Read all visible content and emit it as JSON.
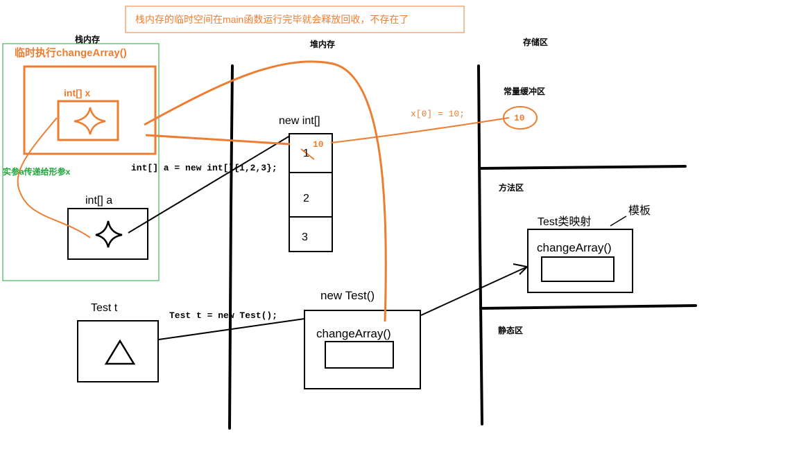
{
  "colors": {
    "orange": "#ed7d31",
    "green": "#22a53a",
    "black": "#000000"
  },
  "note": "栈内存的临时空间在main函数运行完毕就会释放回收，不存在了",
  "regions": {
    "stack": "栈内存",
    "heap": "堆内存",
    "storage": "存储区",
    "constant_pool": "常量缓冲区",
    "method_area": "方法区",
    "static_area": "静态区"
  },
  "stack": {
    "temp_frame_label": "临时执行changeArray()",
    "param_label": "int[] x",
    "arg_pass_label": "实参a传递给形参x",
    "var_a_label": "int[] a",
    "var_t_label": "Test t"
  },
  "heap": {
    "array_label": "new int[]",
    "cells": [
      "1",
      "2",
      "3"
    ],
    "overwritten_value": "10",
    "object_label": "new Test()",
    "object_method": "changeArray()"
  },
  "code": {
    "array_decl": "int[] a = new int[]{1,2,3};",
    "object_decl": "Test t = new Test();",
    "assign": "x[0] = 10;"
  },
  "storage": {
    "constant_value": "10",
    "class_mapping": "Test类映射",
    "template": "模板",
    "class_method": "changeArray()"
  },
  "icons": {
    "reference_star": "four-point-star-icon",
    "object_triangle": "triangle-icon"
  }
}
